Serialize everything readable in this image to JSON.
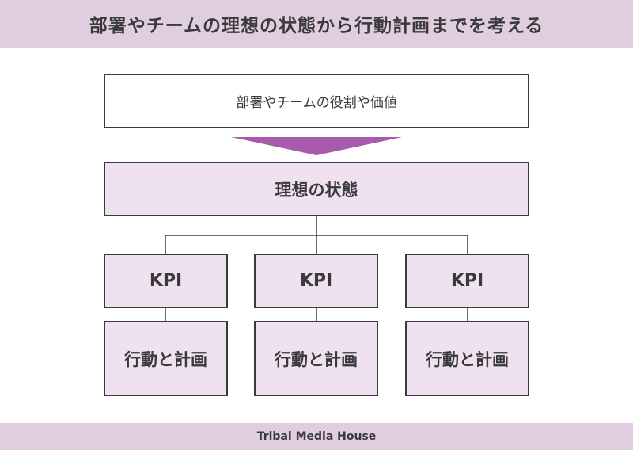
{
  "header": {
    "title": "部署やチームの理想の状態から行動計画までを考える"
  },
  "diagram": {
    "role_box": "部署やチームの役割や価値",
    "ideal_box": "理想の状態",
    "columns": [
      {
        "kpi": "KPI",
        "action": "行動と計画"
      },
      {
        "kpi": "KPI",
        "action": "行動と計画"
      },
      {
        "kpi": "KPI",
        "action": "行動と計画"
      }
    ]
  },
  "footer": {
    "brand": "Tribal Media House"
  },
  "colors": {
    "header_bg": "#e1cde0",
    "box_fill": "#efe1ef",
    "arrow": "#a85aac",
    "line": "#3a3a3a"
  }
}
